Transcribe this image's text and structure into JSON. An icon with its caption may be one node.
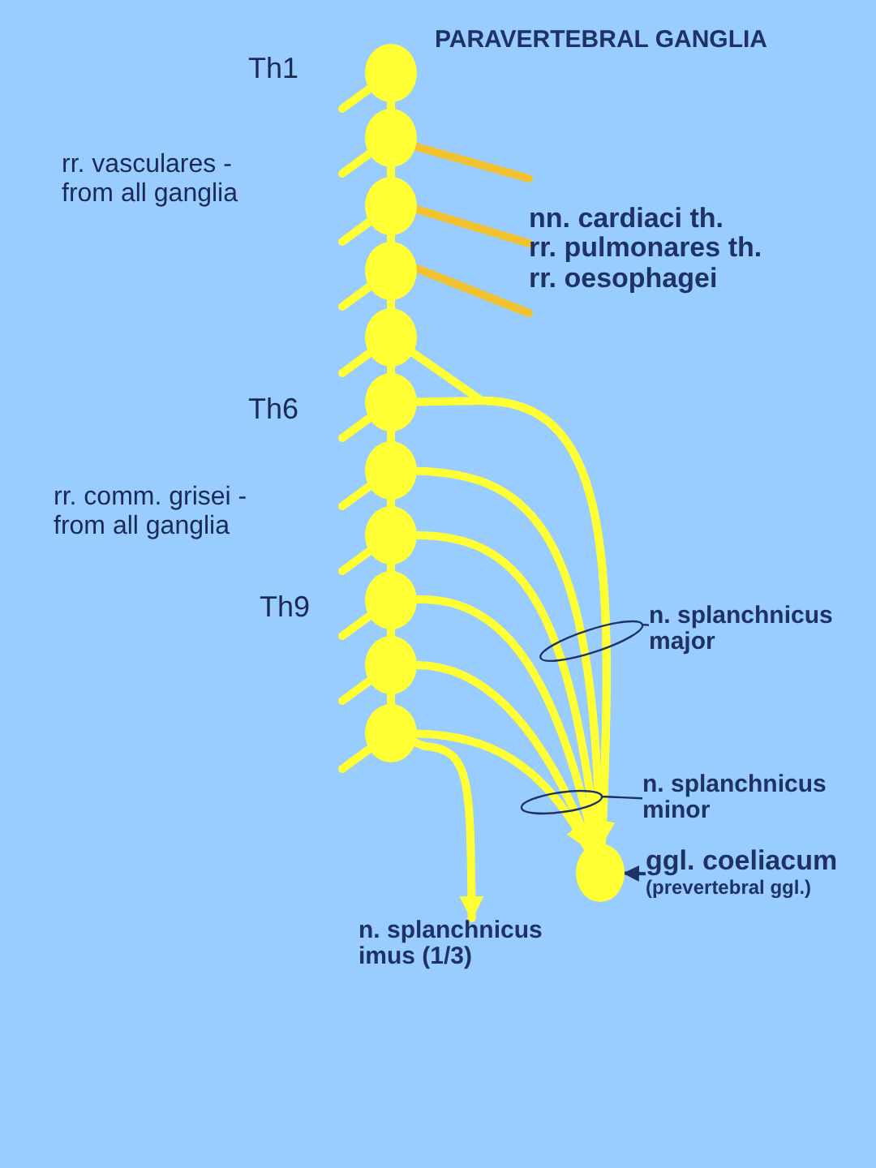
{
  "diagram": {
    "title": "PARAVERTEBRAL GANGLIA",
    "nodes": [
      {
        "text": [],
        "shape": "circle"
      },
      {
        "text": [],
        "shape": "circle"
      },
      {
        "text": [],
        "shape": "circle"
      },
      {
        "text": [],
        "shape": "circle"
      },
      {
        "text": [],
        "shape": "circle"
      },
      {
        "text": [],
        "shape": "circle"
      },
      {
        "text": [],
        "shape": "circle"
      },
      {
        "text": [],
        "shape": "circle"
      },
      {
        "text": [],
        "shape": "circle"
      },
      {
        "text": [],
        "shape": "circle"
      },
      {
        "text": [],
        "shape": "circle"
      },
      {
        "text": [
          "nn. cardiaci th.",
          "rr. pulmonares th.",
          "rr. oesophagei"
        ]
      },
      {
        "text": [
          "n. splanchnicus major"
        ]
      },
      {
        "text": [
          "n. splanchnicus minor"
        ]
      },
      {
        "text": [],
        "shape": "circle"
      },
      {
        "text": [
          "ggl. coeliacum",
          "(prevertebral ggl.)"
        ]
      },
      {
        "text": [
          "n. splanchnicus imus (1/3)"
        ]
      }
    ],
    "edges": [
      {
        "from": 0,
        "to": 1,
        "arrow": "none"
      },
      {
        "from": 1,
        "to": 2,
        "arrow": "none"
      },
      {
        "from": 2,
        "to": 3,
        "arrow": "none"
      },
      {
        "from": 3,
        "to": 4,
        "arrow": "none"
      },
      {
        "from": 4,
        "to": 5,
        "arrow": "none"
      },
      {
        "from": 5,
        "to": 6,
        "arrow": "none"
      },
      {
        "from": 6,
        "to": 7,
        "arrow": "none"
      },
      {
        "from": 7,
        "to": 8,
        "arrow": "none"
      },
      {
        "from": 8,
        "to": 9,
        "arrow": "none"
      },
      {
        "from": 9,
        "to": 10,
        "arrow": "none"
      },
      {
        "from": 0,
        "to": null,
        "arrow": "none"
      },
      {
        "from": 1,
        "to": null,
        "arrow": "none"
      },
      {
        "from": 2,
        "to": null,
        "arrow": "none"
      },
      {
        "from": 3,
        "to": null,
        "arrow": "none"
      },
      {
        "from": 4,
        "to": null,
        "arrow": "none"
      },
      {
        "from": 5,
        "to": null,
        "arrow": "none"
      },
      {
        "from": 6,
        "to": null,
        "arrow": "none"
      },
      {
        "from": 7,
        "to": null,
        "arrow": "none"
      },
      {
        "from": 8,
        "to": null,
        "arrow": "none"
      },
      {
        "from": 9,
        "to": null,
        "arrow": "none"
      },
      {
        "from": 10,
        "to": null,
        "arrow": "none"
      },
      {
        "from": 1,
        "to": 11,
        "arrow": "none",
        "color": "#f2c12e"
      },
      {
        "from": 2,
        "to": 11,
        "arrow": "none",
        "color": "#f2c12e"
      },
      {
        "from": 3,
        "to": 11,
        "arrow": "none",
        "color": "#f2c12e"
      },
      {
        "from": 4,
        "to": 14,
        "arrow": "to"
      },
      {
        "from": 5,
        "to": 14,
        "arrow": "to"
      },
      {
        "from": 6,
        "to": 14,
        "arrow": "to"
      },
      {
        "from": 7,
        "to": 14,
        "arrow": "to"
      },
      {
        "from": 8,
        "to": 14,
        "arrow": "to"
      },
      {
        "from": 9,
        "to": 14,
        "arrow": "to"
      },
      {
        "from": 10,
        "to": 14,
        "arrow": "to"
      },
      {
        "from": 10,
        "to": 16,
        "arrow": "to"
      },
      {
        "from": 12,
        "to": null,
        "arrow": "none",
        "color": "#1e3264"
      },
      {
        "from": 13,
        "to": null,
        "arrow": "none",
        "color": "#1e3264"
      },
      {
        "from": 15,
        "to": 14,
        "arrow": "to",
        "color": "#1e3264"
      }
    ],
    "labels": [
      "Th1",
      "rr. vasculares - from all ganglia",
      "Th6",
      "rr. comm. grisei - from all ganglia",
      "Th9"
    ]
  }
}
